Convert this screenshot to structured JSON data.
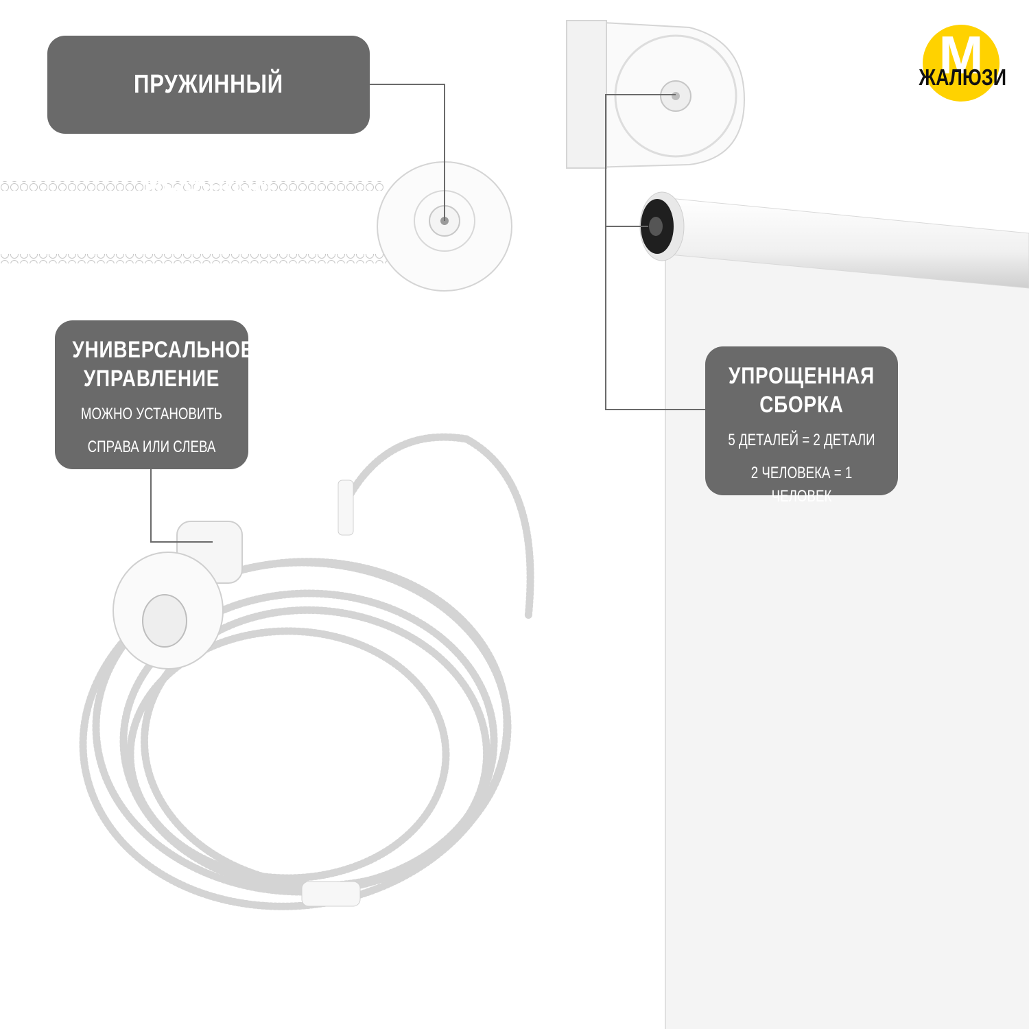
{
  "brand": {
    "logo_letter": "М",
    "logo_text": "ЖАЛЮЗИ",
    "accent_color": "#ffd200"
  },
  "labels": {
    "spring": {
      "title": "ПРУЖИННЫЙ МЕХАНИЗМ"
    },
    "universal": {
      "title_line1": "УНИВЕРСАЛЬНОЕ",
      "title_line2": "УПРАВЛЕНИЕ",
      "sub_line1": "МОЖНО УСТАНОВИТЬ",
      "sub_line2": "СПРАВА ИЛИ СЛЕВА"
    },
    "simple": {
      "title_line1": "УПРОЩЕННАЯ",
      "title_line2": "СБОРКА",
      "sub_line1": "5 ДЕТАЛЕЙ = 2 ДЕТАЛИ",
      "sub_line2": "2 ЧЕЛОВЕКА = 1 ЧЕЛОВЕК"
    }
  },
  "colors": {
    "label_bg": "#6a6a6a",
    "line": "#6a6a6a"
  }
}
